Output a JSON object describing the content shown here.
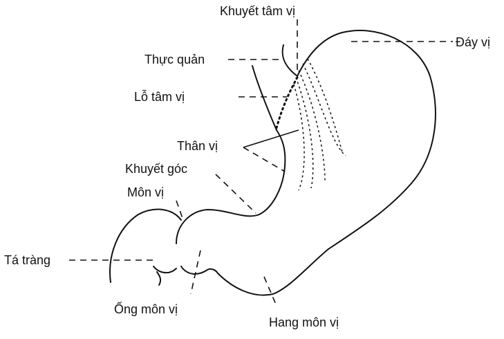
{
  "diagram": {
    "labels": {
      "cardiac_notch": "Khuyết tâm vị",
      "fundus": "Đáy vị",
      "esophagus": "Thực quản",
      "cardiac_orifice": "Lỗ tâm vị",
      "body": "Thân vị",
      "angular_notch": "Khuyết góc",
      "pylorus": "Môn vị",
      "duodenum": "Tá tràng",
      "pyloric_canal": "Ống môn vị",
      "pyloric_antrum": "Hang môn vị"
    }
  },
  "colors": {
    "ink": "#111111",
    "background": "#ffffff"
  }
}
